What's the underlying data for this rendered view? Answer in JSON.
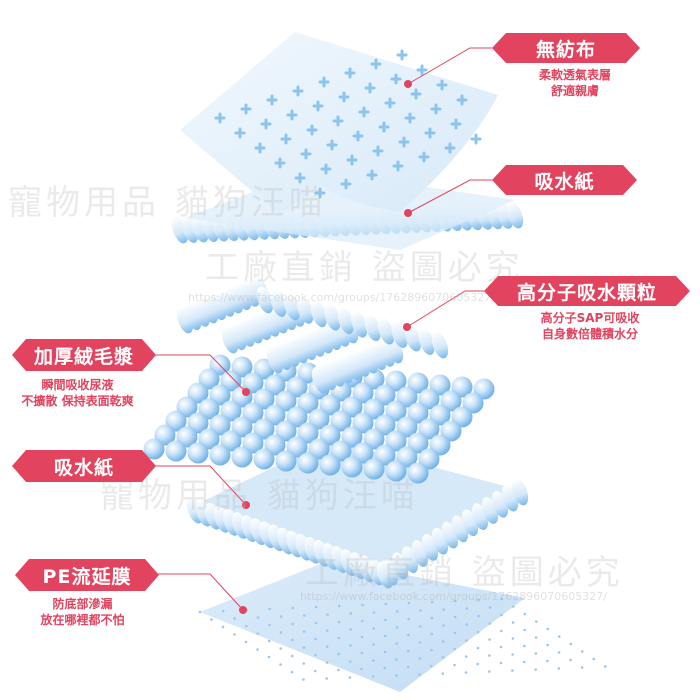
{
  "labels": {
    "nonwoven": {
      "title": "無紡布",
      "lines": [
        "柔軟透氣表層",
        "舒適親膚"
      ]
    },
    "paper_top": {
      "title": "吸水紙"
    },
    "sap": {
      "title": "高分子吸水顆粒",
      "lines": [
        "高分子SAP可吸收",
        "自身數倍體積水分"
      ]
    },
    "fluff": {
      "title": "加厚絨毛漿",
      "lines": [
        "瞬間吸收尿液",
        "不擴散 保持表面乾爽"
      ]
    },
    "paper_bottom": {
      "title": "吸水紙"
    },
    "pe": {
      "title": "PE流延膜",
      "lines": [
        "防底部滲漏",
        "放在哪裡都不怕"
      ]
    }
  },
  "watermarks": {
    "line1": "寵物用品 貓狗汪喵",
    "line2": "工廠直銷 盜圖必究",
    "url": "https://www.facebook.com/groups/1762896070605327/"
  },
  "colors": {
    "accent": "#e2445f",
    "layer_blue": "#8cc4ee"
  }
}
